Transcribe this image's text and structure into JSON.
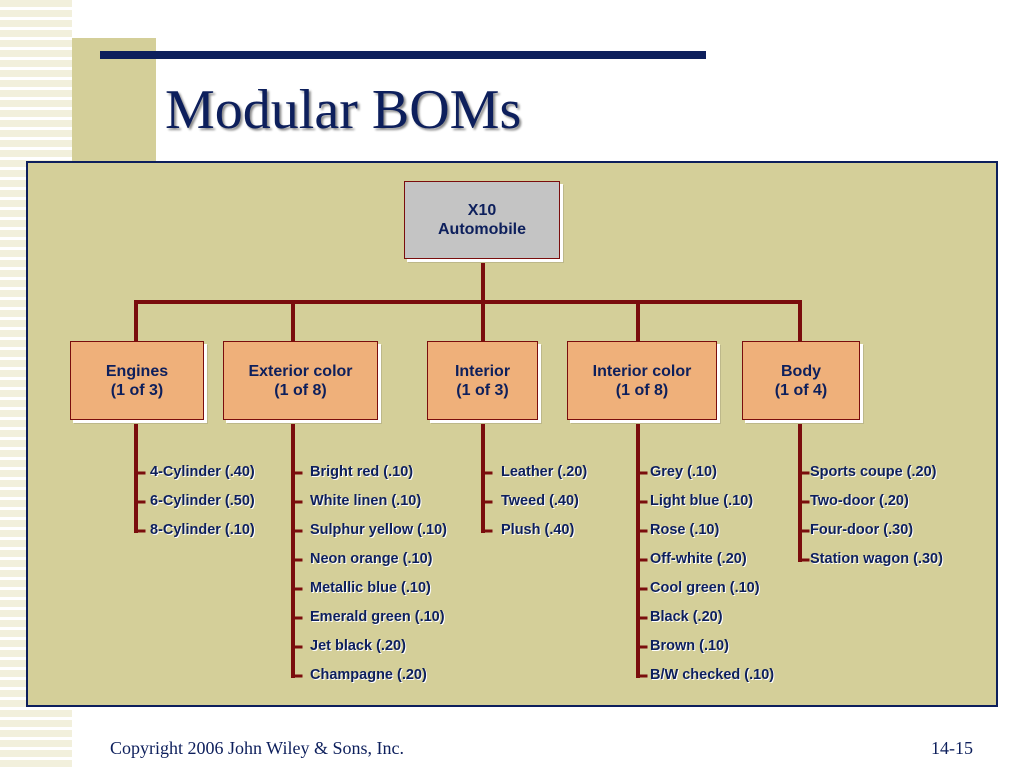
{
  "slide": {
    "title": "Modular BOMs",
    "footer_left": "Copyright 2006 John Wiley & Sons, Inc.",
    "footer_right": "14-15"
  },
  "diagram": {
    "root": {
      "line1": "X10",
      "line2": "Automobile"
    },
    "categories": [
      {
        "name": "Engines",
        "count": "(1 of 3)",
        "options": [
          "4-Cylinder (.40)",
          "6-Cylinder (.50)",
          "8-Cylinder (.10)"
        ]
      },
      {
        "name": "Exterior color",
        "count": "(1 of 8)",
        "options": [
          "Bright red (.10)",
          "White linen (.10)",
          "Sulphur yellow (.10)",
          "Neon orange (.10)",
          "Metallic blue (.10)",
          "Emerald green (.10)",
          "Jet black (.20)",
          "Champagne (.20)"
        ]
      },
      {
        "name": "Interior",
        "count": "(1 of 3)",
        "options": [
          "Leather (.20)",
          "Tweed (.40)",
          "Plush (.40)"
        ]
      },
      {
        "name": "Interior color",
        "count": "(1 of 8)",
        "options": [
          "Grey (.10)",
          "Light blue (.10)",
          "Rose (.10)",
          "Off-white (.20)",
          "Cool green (.10)",
          "Black (.20)",
          "Brown (.10)",
          "B/W checked (.10)"
        ]
      },
      {
        "name": "Body",
        "count": "(1 of 4)",
        "options": [
          "Sports coupe (.20)",
          "Two-door (.20)",
          "Four-door (.30)",
          "Station wagon (.30)"
        ]
      }
    ]
  },
  "colors": {
    "title": "#0d1f5c",
    "panel": "#d4cf99",
    "connector": "#7a0d0d",
    "root_box": "#c4c4c4",
    "category_box": "#efb07a"
  }
}
